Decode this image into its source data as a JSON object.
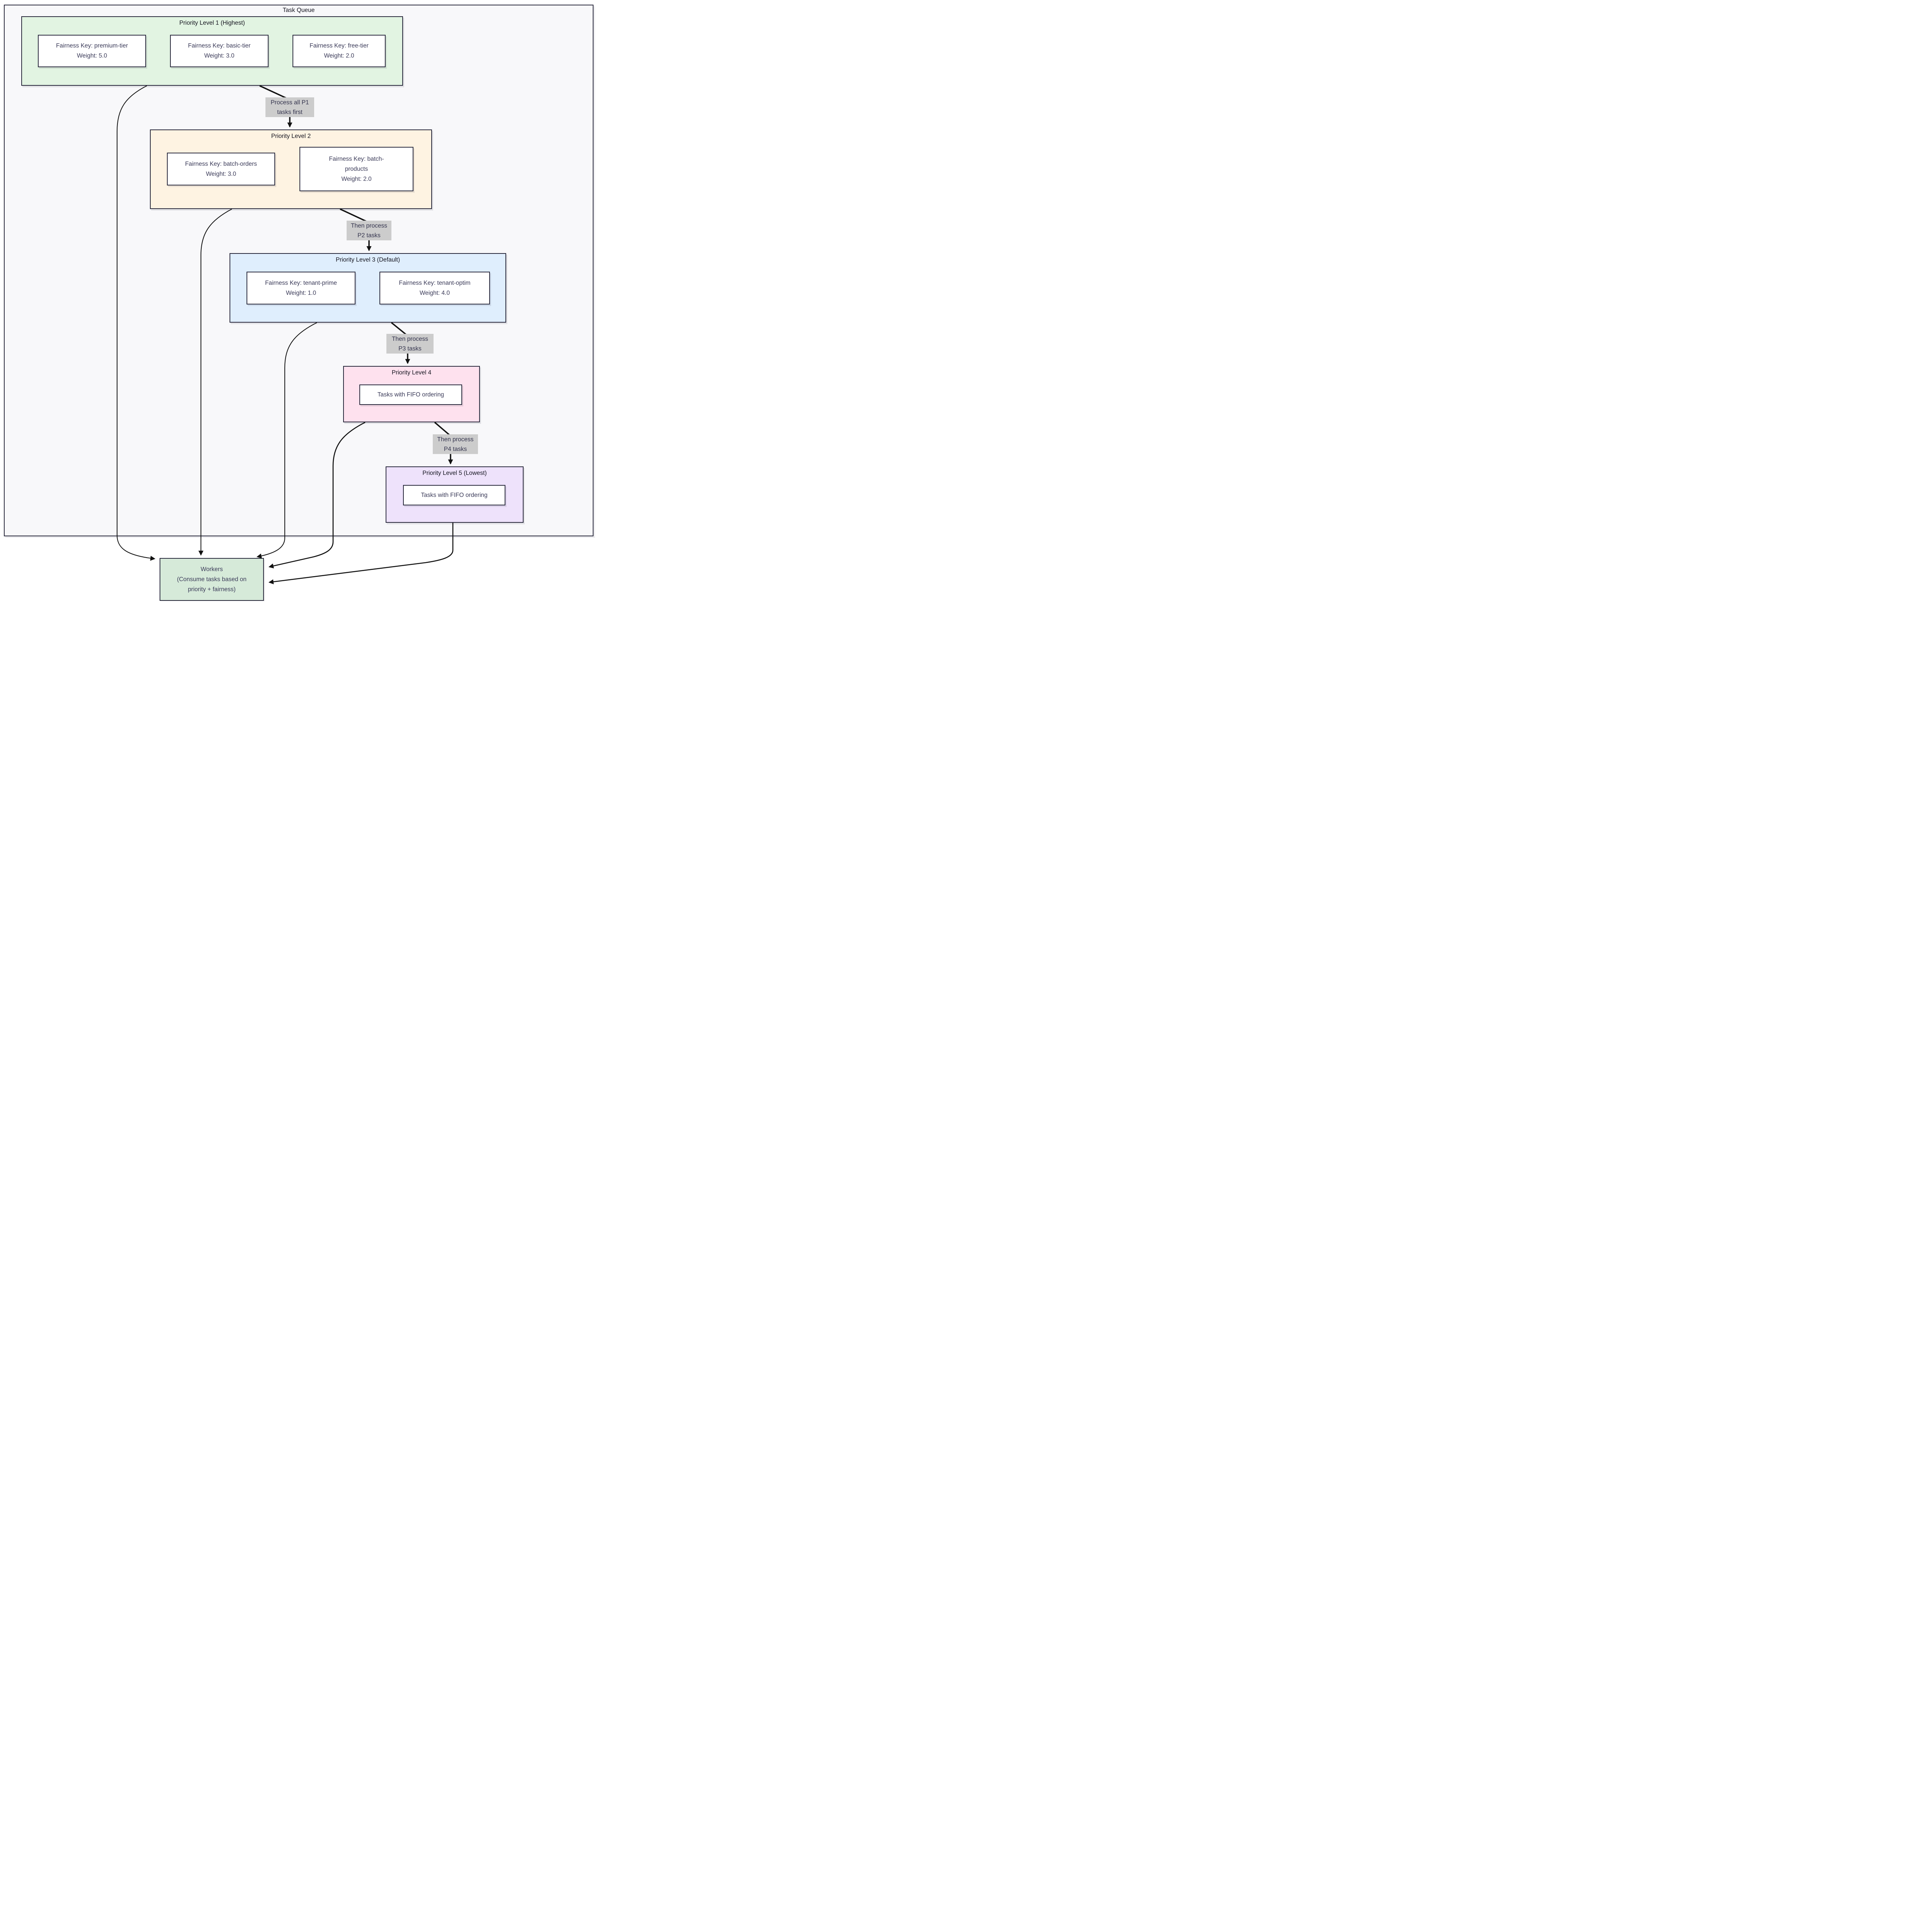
{
  "diagram": {
    "title": "Task Queue",
    "groups": [
      {
        "title": "Priority Level 1 (Highest)",
        "nodes": [
          {
            "lines": [
              "Fairness Key: premium-tier",
              "Weight: 5.0"
            ]
          },
          {
            "lines": [
              "Fairness Key: basic-tier",
              "Weight: 3.0"
            ]
          },
          {
            "lines": [
              "Fairness Key: free-tier",
              "Weight: 2.0"
            ]
          }
        ]
      },
      {
        "title": "Priority Level 2",
        "nodes": [
          {
            "lines": [
              "Fairness Key: batch-orders",
              "Weight: 3.0"
            ]
          },
          {
            "lines": [
              "Fairness Key: batch-",
              "products",
              "Weight: 2.0"
            ]
          }
        ]
      },
      {
        "title": "Priority Level 3 (Default)",
        "nodes": [
          {
            "lines": [
              "Fairness Key: tenant-prime",
              "Weight: 1.0"
            ]
          },
          {
            "lines": [
              "Fairness Key: tenant-optim",
              "Weight: 4.0"
            ]
          }
        ]
      },
      {
        "title": "Priority Level 4",
        "nodes": [
          {
            "lines": [
              "Tasks with FIFO ordering"
            ]
          }
        ]
      },
      {
        "title": "Priority Level 5 (Lowest)",
        "nodes": [
          {
            "lines": [
              "Tasks with FIFO ordering"
            ]
          }
        ]
      }
    ],
    "workers": {
      "lines": [
        "Workers",
        "(Consume tasks based on",
        "priority + fairness)"
      ]
    },
    "edge_labels": [
      {
        "lines": [
          "Process all P1",
          "tasks first"
        ]
      },
      {
        "lines": [
          "Then process",
          "P2 tasks"
        ]
      },
      {
        "lines": [
          "Then process",
          "P3 tasks"
        ]
      },
      {
        "lines": [
          "Then process",
          "P4 tasks"
        ]
      }
    ],
    "colors": {
      "border": "#2b2b3e",
      "node_text": "#3a3a58",
      "title_text": "#14141f",
      "line": "#111111",
      "container_fill": "#f8f8fa",
      "level1_fill": "#e2f4e2",
      "level2_fill": "#fef3e2",
      "level3_fill": "#dfeefd",
      "level4_fill": "#fee1ee",
      "level5_fill": "#eee2fb",
      "workers_fill": "#d6ead9",
      "edge_label_bg": "#cccccc"
    }
  }
}
